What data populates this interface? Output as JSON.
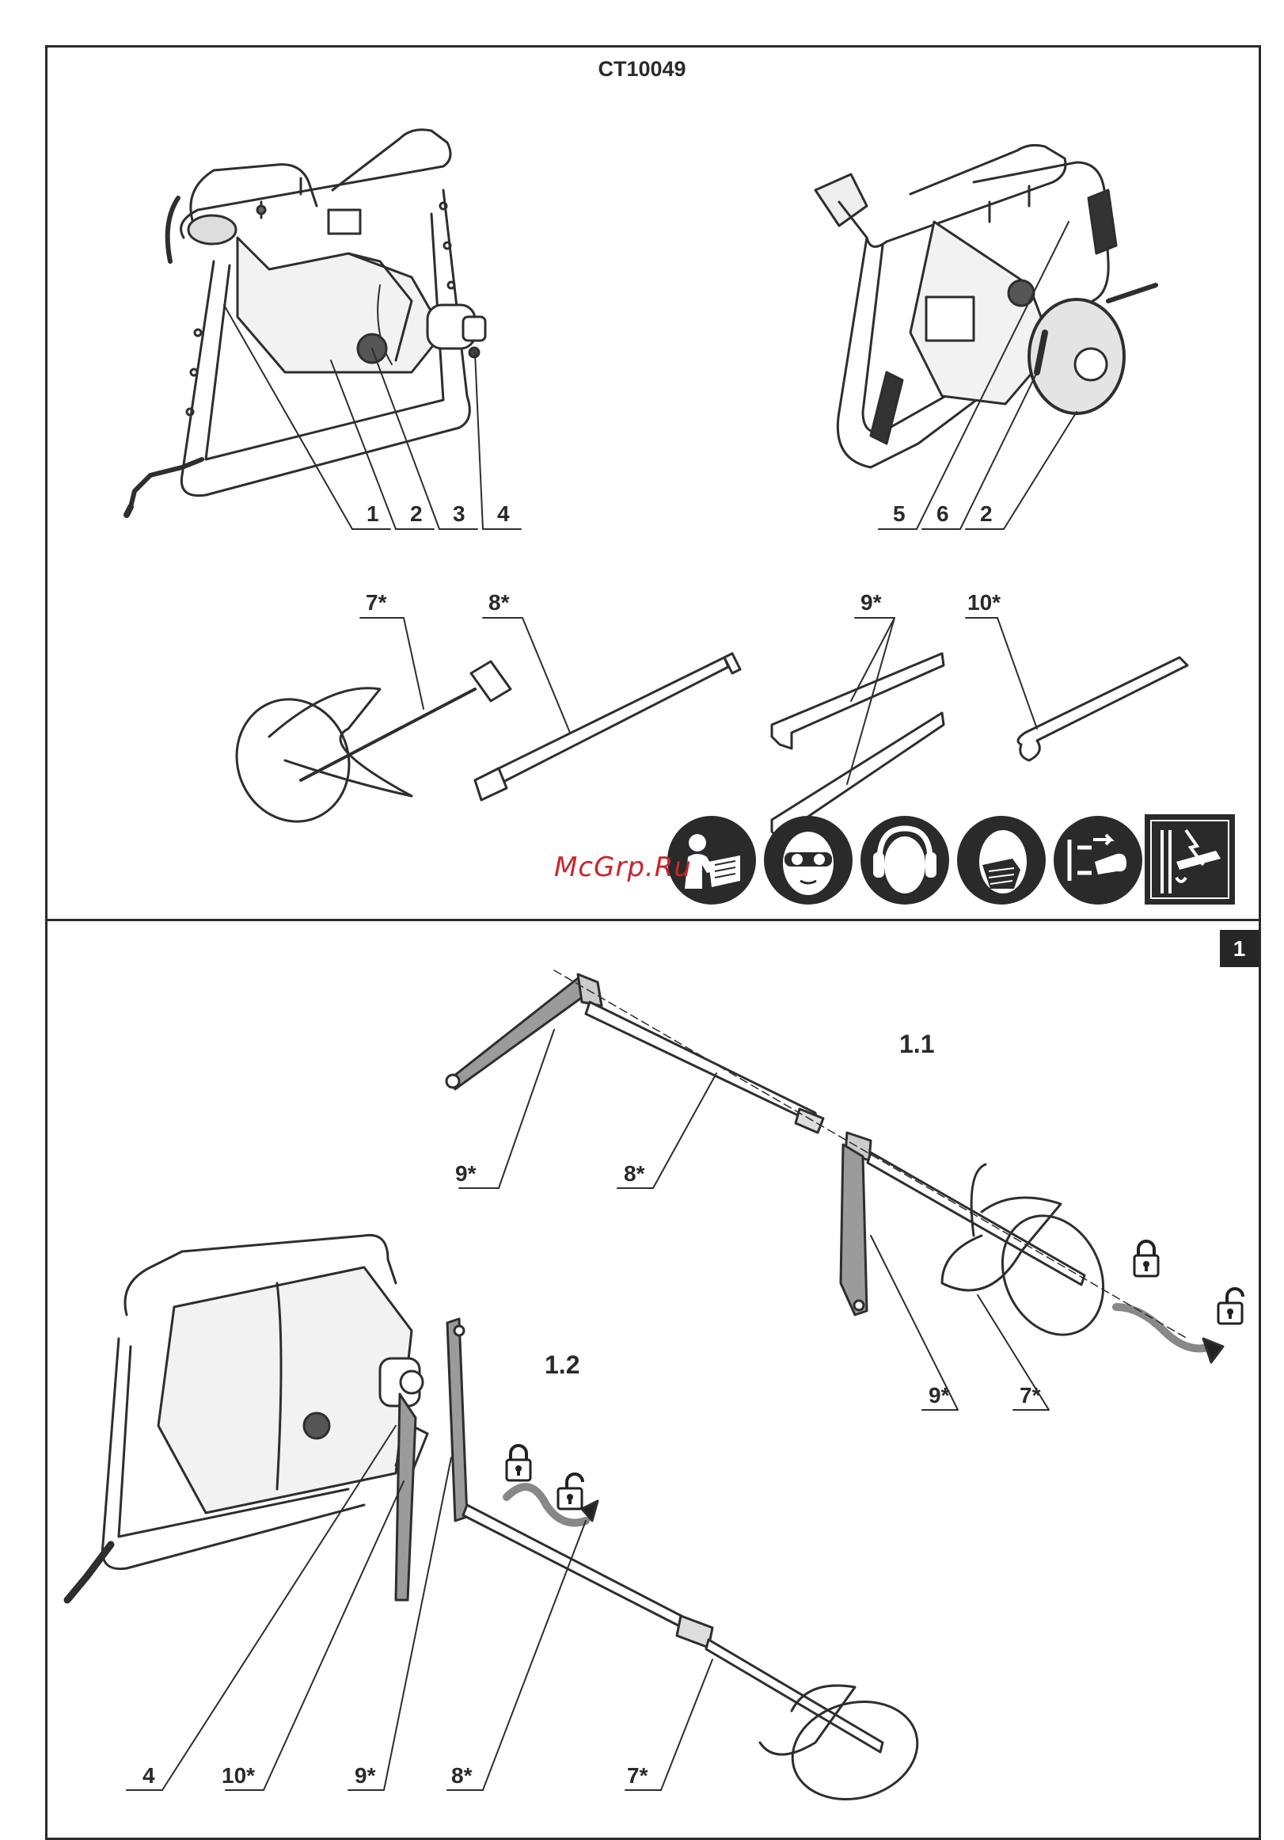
{
  "figure": {
    "model": "CT10049",
    "watermark": "McGrp.Ru",
    "page_badge": "1",
    "sections": {
      "s11": "1.1",
      "s12": "1.2"
    }
  },
  "callouts_top": {
    "left": [
      "1",
      "2",
      "3",
      "4"
    ],
    "right": [
      "5",
      "6",
      "2"
    ],
    "accessories": [
      "7*",
      "8*",
      "9*",
      "10*"
    ]
  },
  "callouts_bottom": {
    "s11": [
      "9*",
      "8*",
      "9*",
      "7*"
    ],
    "s12": [
      "4",
      "10*",
      "9*",
      "8*",
      "7*"
    ]
  },
  "safety_icons": [
    "read-manual-icon",
    "eye-protection-icon",
    "ear-protection-icon",
    "dust-mask-icon",
    "unplug-before-service-icon",
    "hidden-wiring-warning-icon"
  ],
  "lock_icons": [
    "lock-icon",
    "unlock-icon"
  ]
}
